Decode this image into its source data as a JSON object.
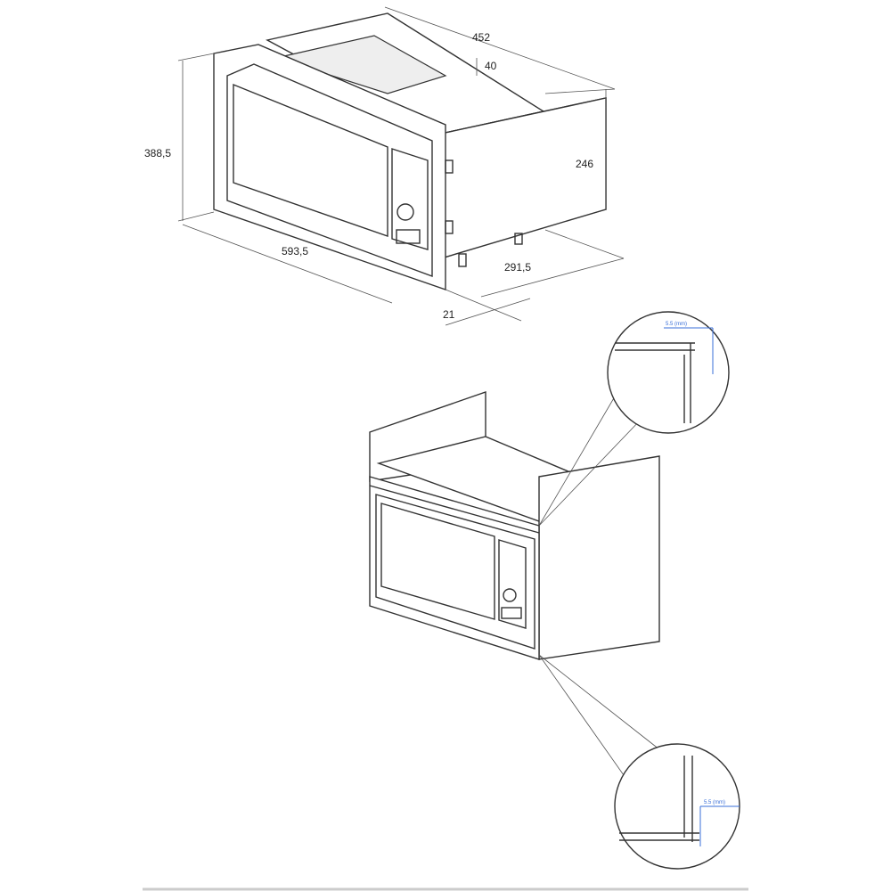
{
  "dimensions": {
    "depth": "452",
    "top_gap": "40",
    "height": "388,5",
    "cabinet_height": "246",
    "width": "593,5",
    "side_depth": "291,5",
    "frame_depth": "21"
  },
  "detail_labels": {
    "top_clearance": "5.5 (mm)",
    "bottom_clearance": "5.5 (mm)"
  }
}
